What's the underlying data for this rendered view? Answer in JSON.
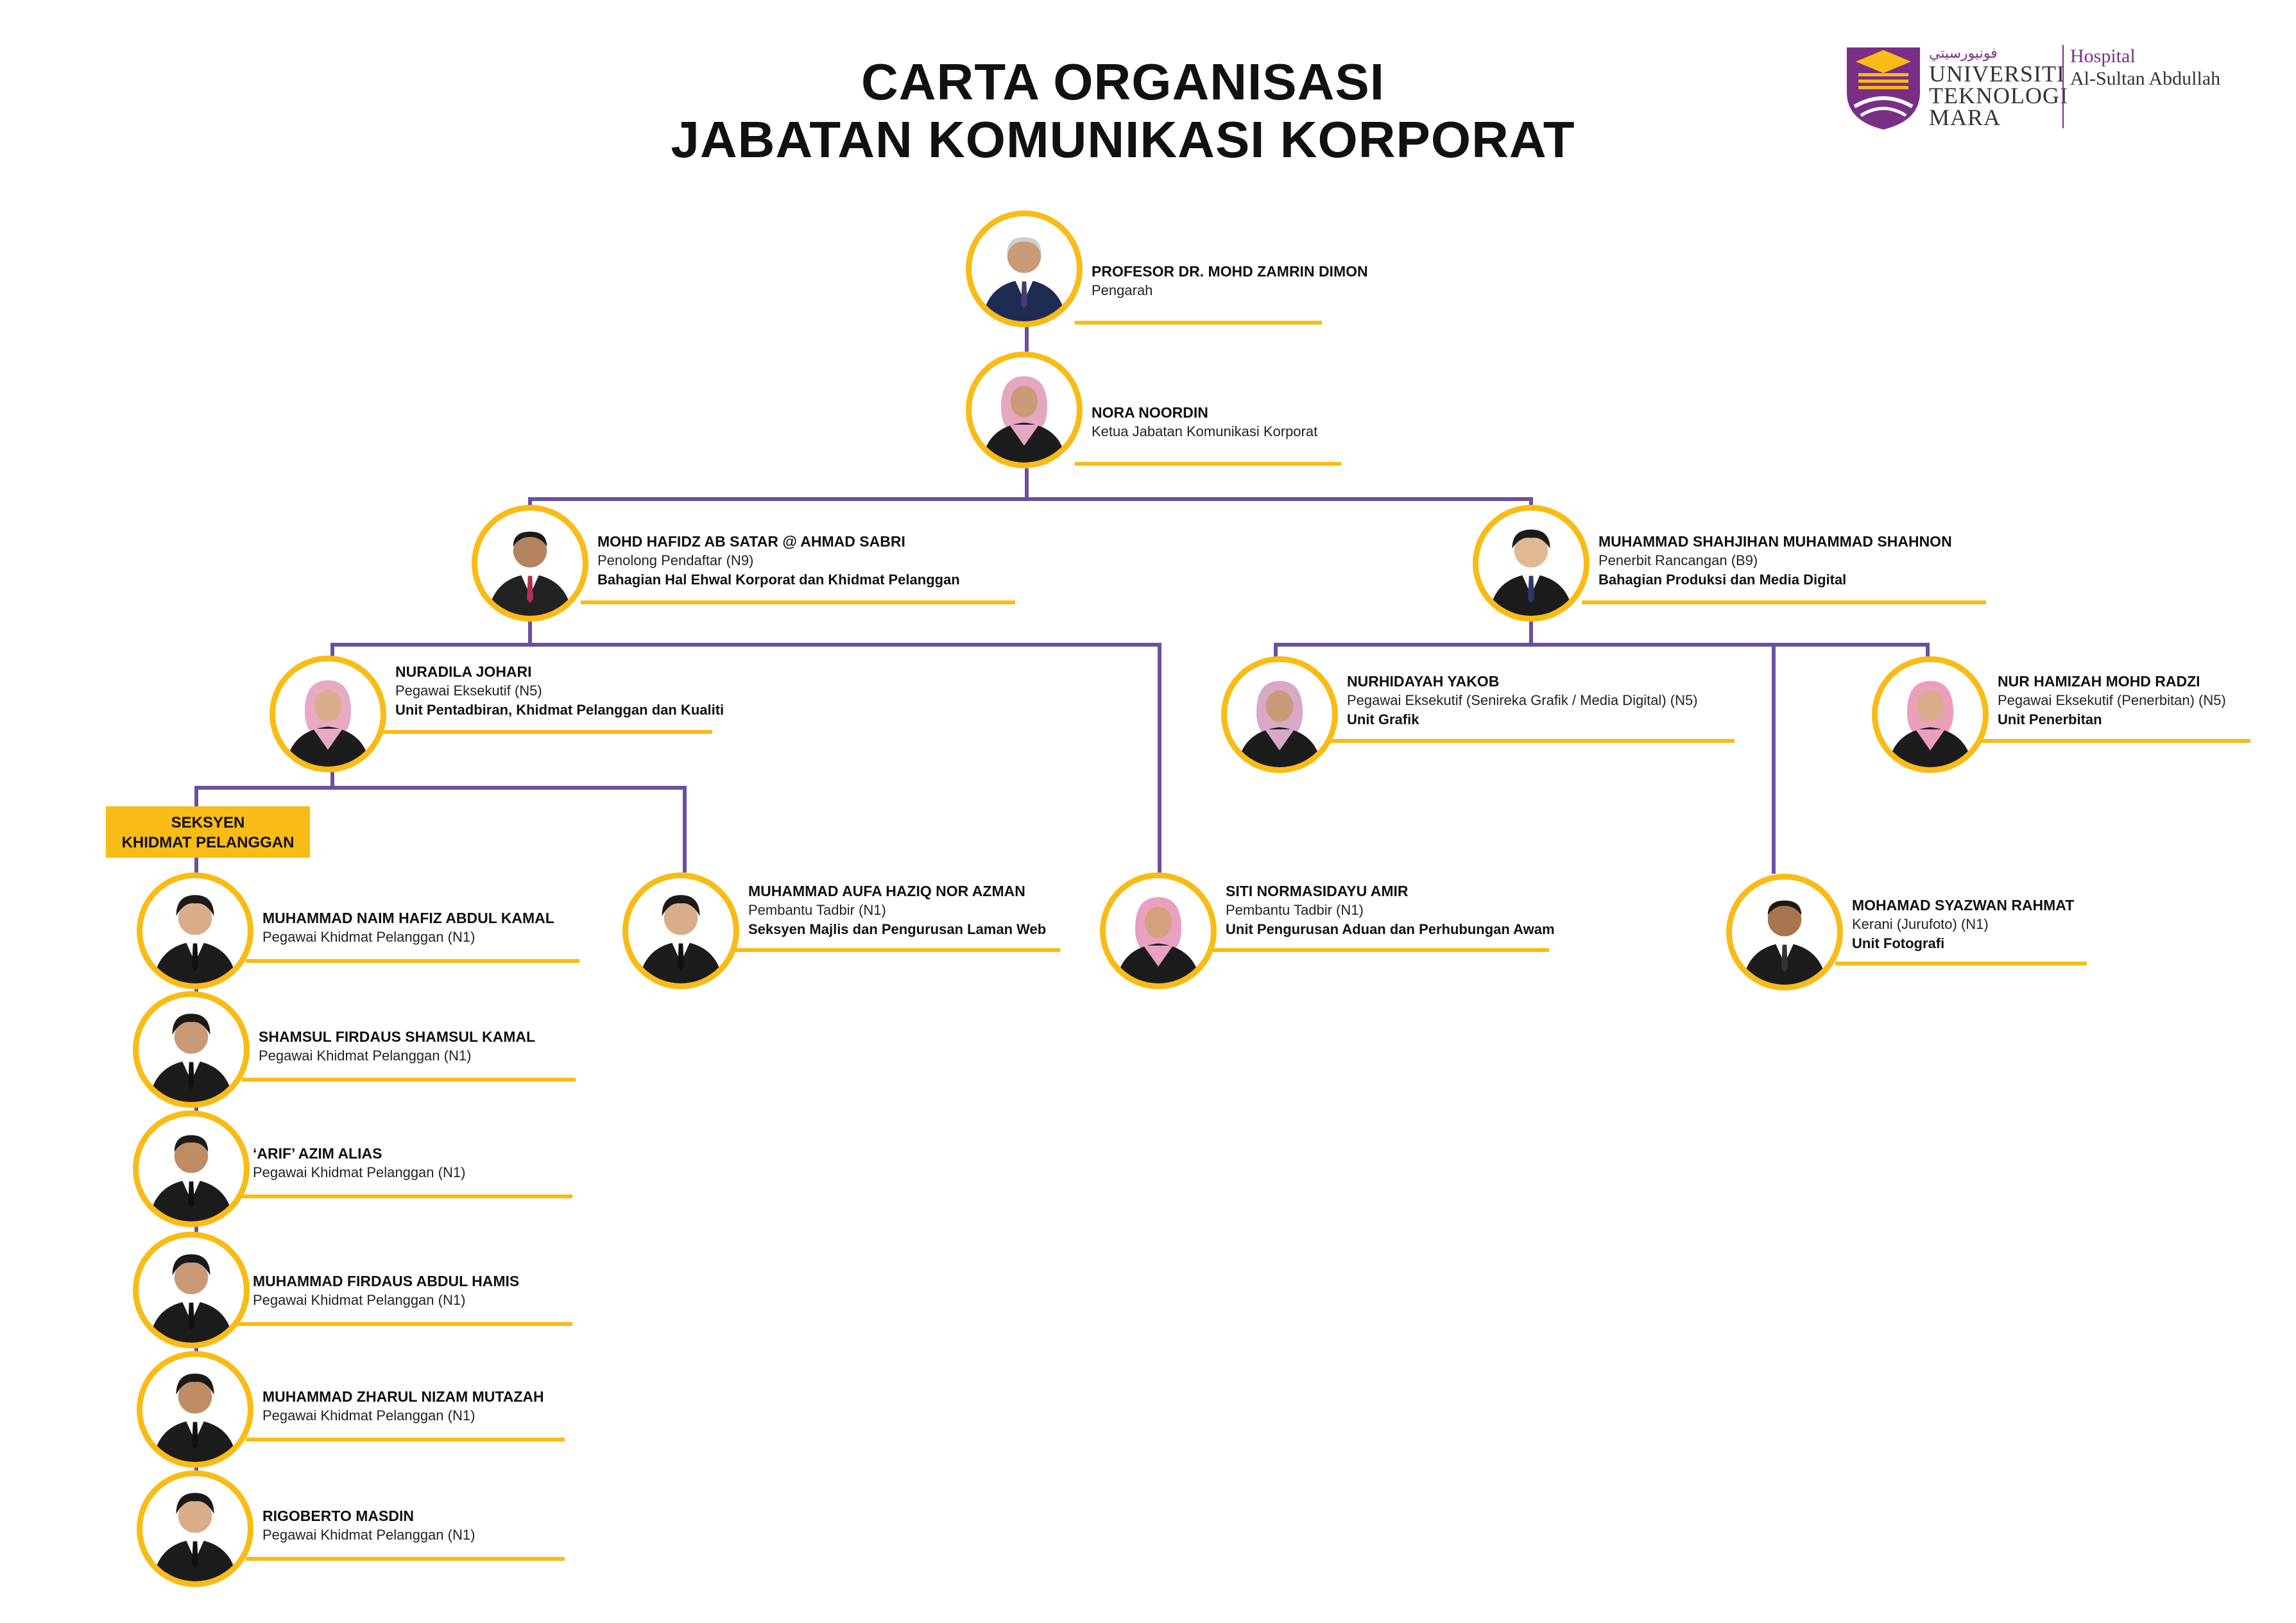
{
  "title": {
    "line1": "CARTA ORGANISASI",
    "line2": "JABATAN KOMUNIKASI KORPORAT"
  },
  "logo": {
    "line1": "UNIVERSITI",
    "line2": "TEKNOLOGI",
    "line3": "MARA",
    "hospital": "Hospital",
    "hospital_name": "Al-Sultan Abdullah"
  },
  "section_label": {
    "line1": "SEKSYEN",
    "line2": "KHIDMAT PELANGGAN"
  },
  "colors": {
    "accent_yellow": "#f9bb15",
    "connector_purple": "#6b4fa0",
    "brand_purple": "#7a2f86"
  },
  "staff": [
    {
      "name": "PROFESOR DR. MOHD ZAMRIN DIMON",
      "position": "Pengarah",
      "unit": ""
    },
    {
      "name": "NORA NOORDIN",
      "position": "Ketua Jabatan Komunikasi Korporat",
      "unit": ""
    },
    {
      "name": "MOHD HAFIDZ AB SATAR @ AHMAD SABRI",
      "position": "Penolong Pendaftar (N9)",
      "unit": "Bahagian Hal Ehwal Korporat dan Khidmat Pelanggan"
    },
    {
      "name": "MUHAMMAD SHAHJIHAN MUHAMMAD SHAHNON",
      "position": "Penerbit Rancangan (B9)",
      "unit": "Bahagian Produksi dan Media Digital"
    },
    {
      "name": "NURADILA JOHARI",
      "position": "Pegawai Eksekutif (N5)",
      "unit": "Unit Pentadbiran, Khidmat Pelanggan dan Kualiti"
    },
    {
      "name": "NURHIDAYAH YAKOB",
      "position": "Pegawai Eksekutif (Senireka Grafik / Media Digital) (N5)",
      "unit": "Unit Grafik"
    },
    {
      "name": "NUR HAMIZAH MOHD RADZI",
      "position": "Pegawai Eksekutif (Penerbitan) (N5)",
      "unit": "Unit Penerbitan"
    },
    {
      "name": "MUHAMMAD AUFA HAZIQ NOR AZMAN",
      "position": "Pembantu Tadbir (N1)",
      "unit": "Seksyen Majlis dan Pengurusan Laman Web"
    },
    {
      "name": "SITI NORMASIDAYU AMIR",
      "position": "Pembantu Tadbir (N1)",
      "unit": "Unit Pengurusan Aduan dan Perhubungan Awam"
    },
    {
      "name": "MOHAMAD SYAZWAN RAHMAT",
      "position": "Kerani (Jurufoto) (N1)",
      "unit": "Unit Fotografi"
    },
    {
      "name": "MUHAMMAD NAIM HAFIZ ABDUL KAMAL",
      "position": "Pegawai Khidmat Pelanggan (N1)",
      "unit": ""
    },
    {
      "name": "SHAMSUL FIRDAUS SHAMSUL KAMAL",
      "position": "Pegawai Khidmat Pelanggan (N1)",
      "unit": ""
    },
    {
      "name": "‘ARIF’ AZIM ALIAS",
      "position": "Pegawai Khidmat Pelanggan (N1)",
      "unit": ""
    },
    {
      "name": "MUHAMMAD FIRDAUS ABDUL HAMIS",
      "position": "Pegawai Khidmat Pelanggan (N1)",
      "unit": ""
    },
    {
      "name": "MUHAMMAD ZHARUL NIZAM MUTAZAH",
      "position": "Pegawai Khidmat Pelanggan (N1)",
      "unit": ""
    },
    {
      "name": "RIGOBERTO MASDIN",
      "position": "Pegawai Khidmat Pelanggan (N1)",
      "unit": ""
    }
  ]
}
